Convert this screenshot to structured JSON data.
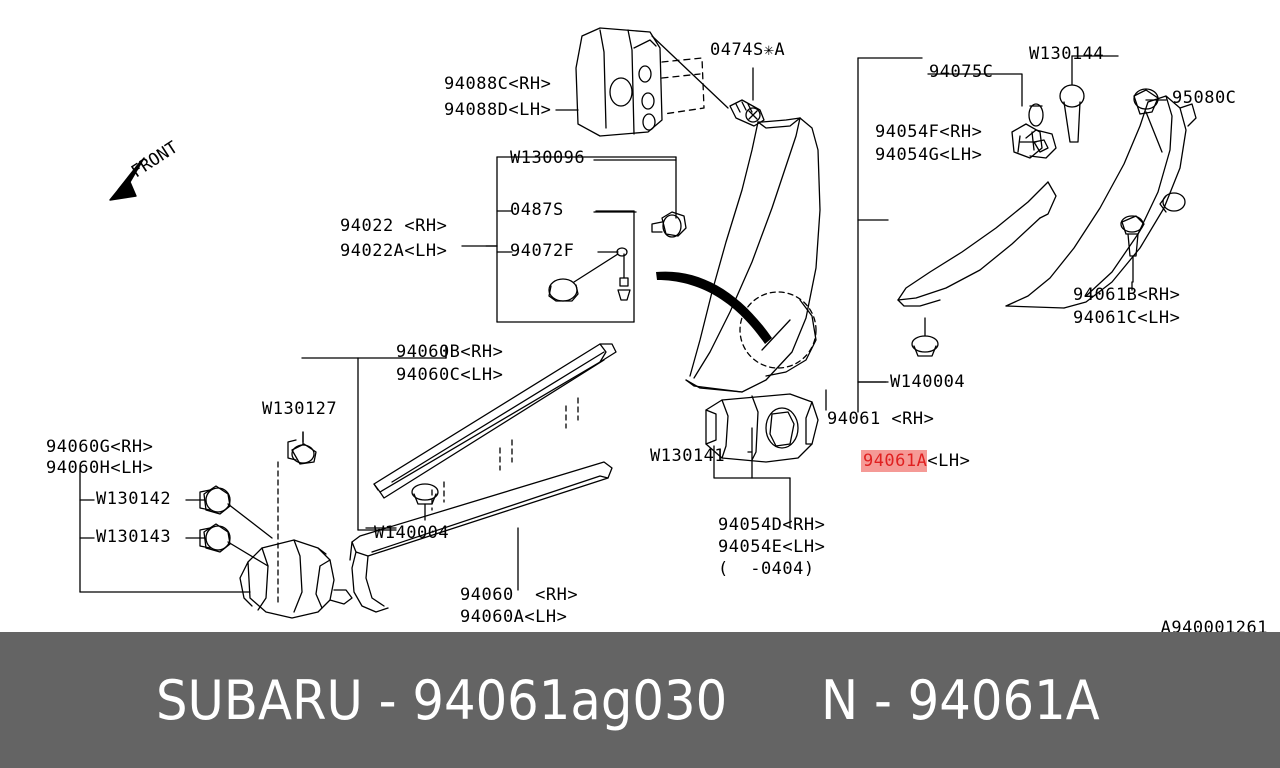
{
  "document": {
    "diagram_id": "A940001261",
    "background_color": "#ffffff",
    "footer_color": "#646464",
    "line_color": "#000000",
    "highlight_fill": "#f59a96",
    "highlight_text": "#e02020"
  },
  "footer": {
    "brand_part": "SUBARU - 94061ag030",
    "alt_part": "N - 94061A"
  },
  "orientation": {
    "front_label": "FRONT"
  },
  "labels": {
    "pillar_upper_rh": "94088C<RH>",
    "pillar_upper_lh": "94088D<LH>",
    "screw_0474s": "0474S✳A",
    "clip_w130096": "W130096",
    "clip_0487s": "0487S",
    "grommet_94072f": "94072F",
    "pillar_lower_rh": "94022 <RH>",
    "pillar_lower_lh": "94022A<LH>",
    "cover_94075c": "94075C",
    "clip_w130144": "W130144",
    "clip_95080c": "95080C",
    "cap_94054f_rh": "94054F<RH>",
    "cap_94054g_lh": "94054G<LH>",
    "plate_94061b_rh": "94061B<RH>",
    "plate_94061c_lh": "94061C<LH>",
    "clip_w140004_right": "W140004",
    "plate_94061_rh": "94061 <RH>",
    "plate_94061a_lh_prefix": "94061A",
    "plate_94061a_lh_suffix": "<LH>",
    "clip_w130141": "W130141",
    "cap_94054d_rh": "94054D<RH>",
    "cap_94054e_lh": "94054E<LH>",
    "cap_94054_date": "(  -0404)",
    "sill_94060b_rh": "94060B<RH>",
    "sill_94060c_lh": "94060C<LH>",
    "clip_w130127": "W130127",
    "clip_w140004_left": "W140004",
    "sill_94060_rh": "94060  <RH>",
    "sill_94060a_lh": "94060A<LH>",
    "kick_94060g_rh": "94060G<RH>",
    "kick_94060h_lh": "94060H<LH>",
    "clip_w130142": "W130142",
    "clip_w130143": "W130143"
  }
}
